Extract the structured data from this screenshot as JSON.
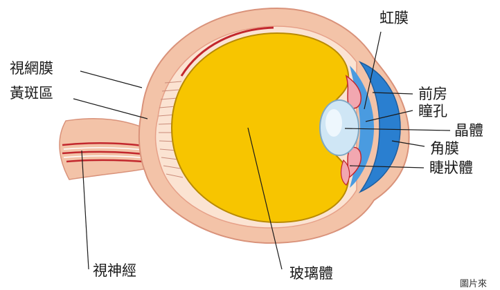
{
  "labels": {
    "retina": "視網膜",
    "macula": "黃斑區",
    "optic_nerve": "視神經",
    "vitreous": "玻璃體",
    "iris": "虹膜",
    "anterior_chamber": "前房",
    "pupil": "瞳孔",
    "lens": "晶體",
    "cornea": "角膜",
    "ciliary_body": "睫狀體"
  },
  "credit": "圖片來",
  "colors": {
    "sclera": "#f3c3a8",
    "vitreous": "#f7c500",
    "cornea_blue": "#2a7fd0",
    "lens": "#cfe6f5",
    "red_vessel": "#c2272d"
  }
}
